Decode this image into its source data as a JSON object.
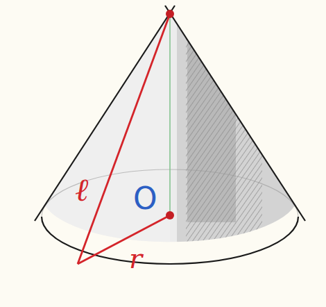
{
  "diagram": {
    "labels": [
      "ℓ",
      "O",
      "r"
    ]
  }
}
